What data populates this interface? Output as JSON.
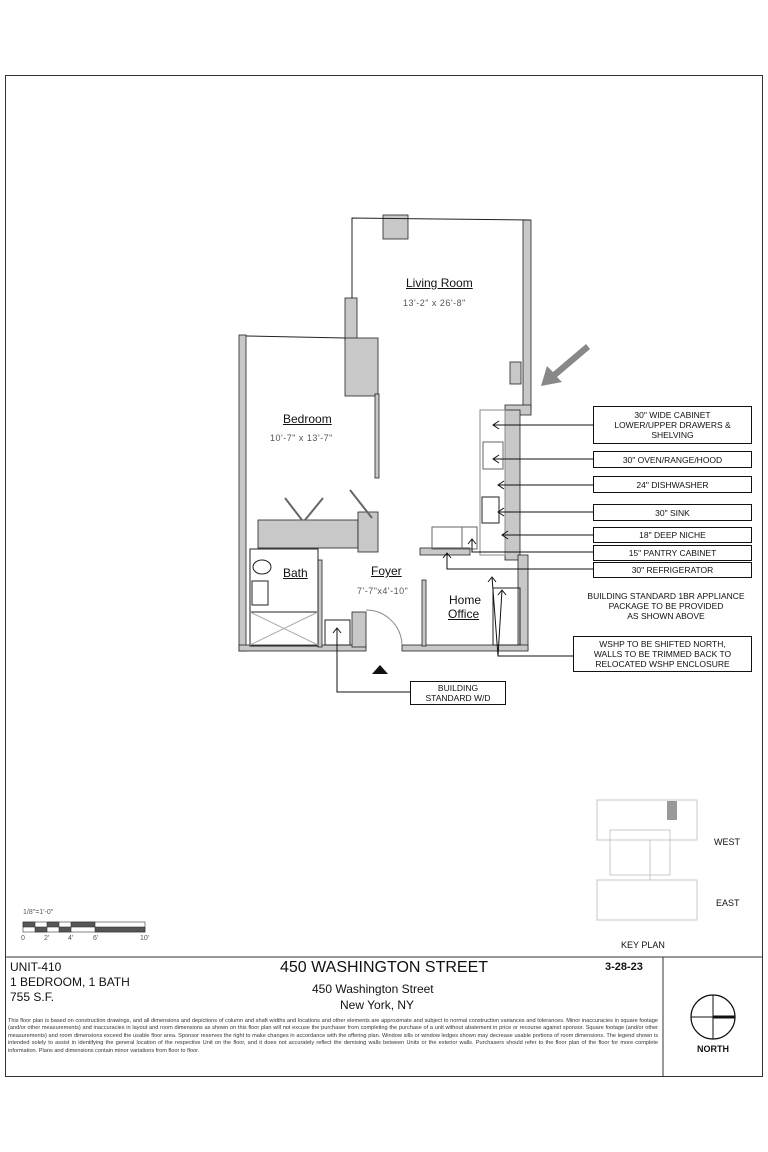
{
  "rooms": {
    "living": {
      "name": "Living Room",
      "dims": "13'-2\" x 26'-8\""
    },
    "bedroom": {
      "name": "Bedroom",
      "dims": "10'-7\" x 13'-7\""
    },
    "bath": {
      "name": "Bath"
    },
    "foyer": {
      "name": "Foyer",
      "dims": "7'-7\"x4'-10\""
    },
    "office": {
      "name_line1": "Home",
      "name_line2": "Office"
    }
  },
  "callouts": [
    {
      "lines": [
        "30\" WIDE CABINET",
        "LOWER/UPPER DRAWERS &",
        "SHELVING"
      ]
    },
    {
      "lines": [
        "30\" OVEN/RANGE/HOOD"
      ]
    },
    {
      "lines": [
        "24\" DISHWASHER"
      ]
    },
    {
      "lines": [
        "30\" SINK"
      ]
    },
    {
      "lines": [
        "18\" DEEP NICHE"
      ]
    },
    {
      "lines": [
        "15\" PANTRY CABINET"
      ]
    },
    {
      "lines": [
        "30\" REFRIGERATOR"
      ]
    }
  ],
  "appliance_note": [
    "BUILDING STANDARD 1BR APPLIANCE",
    "PACKAGE TO BE PROVIDED",
    "AS SHOWN ABOVE"
  ],
  "wshp_note": [
    "WSHP TO BE SHIFTED NORTH,",
    "WALLS TO BE TRIMMED BACK TO",
    "RELOCATED WSHP ENCLOSURE"
  ],
  "wd_note": [
    "BUILDING",
    "STANDARD W/D"
  ],
  "scale": {
    "label": "1/8\"=1'-0\"",
    "ticks": [
      "0",
      "2'",
      "4'",
      "6'",
      "10'"
    ]
  },
  "key_plan": {
    "west": "WEST",
    "east": "EAST",
    "title": "KEY PLAN"
  },
  "title_block": {
    "unit": "UNIT-410",
    "type": "1 BEDROOM, 1 BATH",
    "area": "755 S.F.",
    "building": "450 WASHINGTON STREET",
    "address1": "450 Washington Street",
    "address2": "New York, NY",
    "date": "3-28-23",
    "north": "NORTH",
    "disclaimer": "This floor plan is based on construction drawings, and all dimensions and depictions of column and shaft widths and locations and other elements are approximate and subject to normal construction variances and tolerances. Minor inaccuracies in square footage (and/or other measurements) and inaccuracies in layout and room dimensions as shown on this floor plan will not excuse the purchaser from completing the purchase of a unit without abatement in price or recourse against sponsor.  Square footage (and/or other measurements) and  room dimensions exceed the usable floor area.  Sponsor reserves the right to make changes in accordance with the offering plan. Window sills or window ledges shown may decrease usable portions of room dimensions. The legend shown is intended solely to assist in identifying the general location of the respective Unit on the floor, and it does not accurately reflect the demising walls between Units or the exterior walls. Purchasers should refer to the floor plan of the floor for more complete information. Plans and dimensions contain minor variations from floor to floor."
  },
  "colors": {
    "wall": "#c8c8c8",
    "line": "#111111",
    "key_highlight": "#999999"
  }
}
